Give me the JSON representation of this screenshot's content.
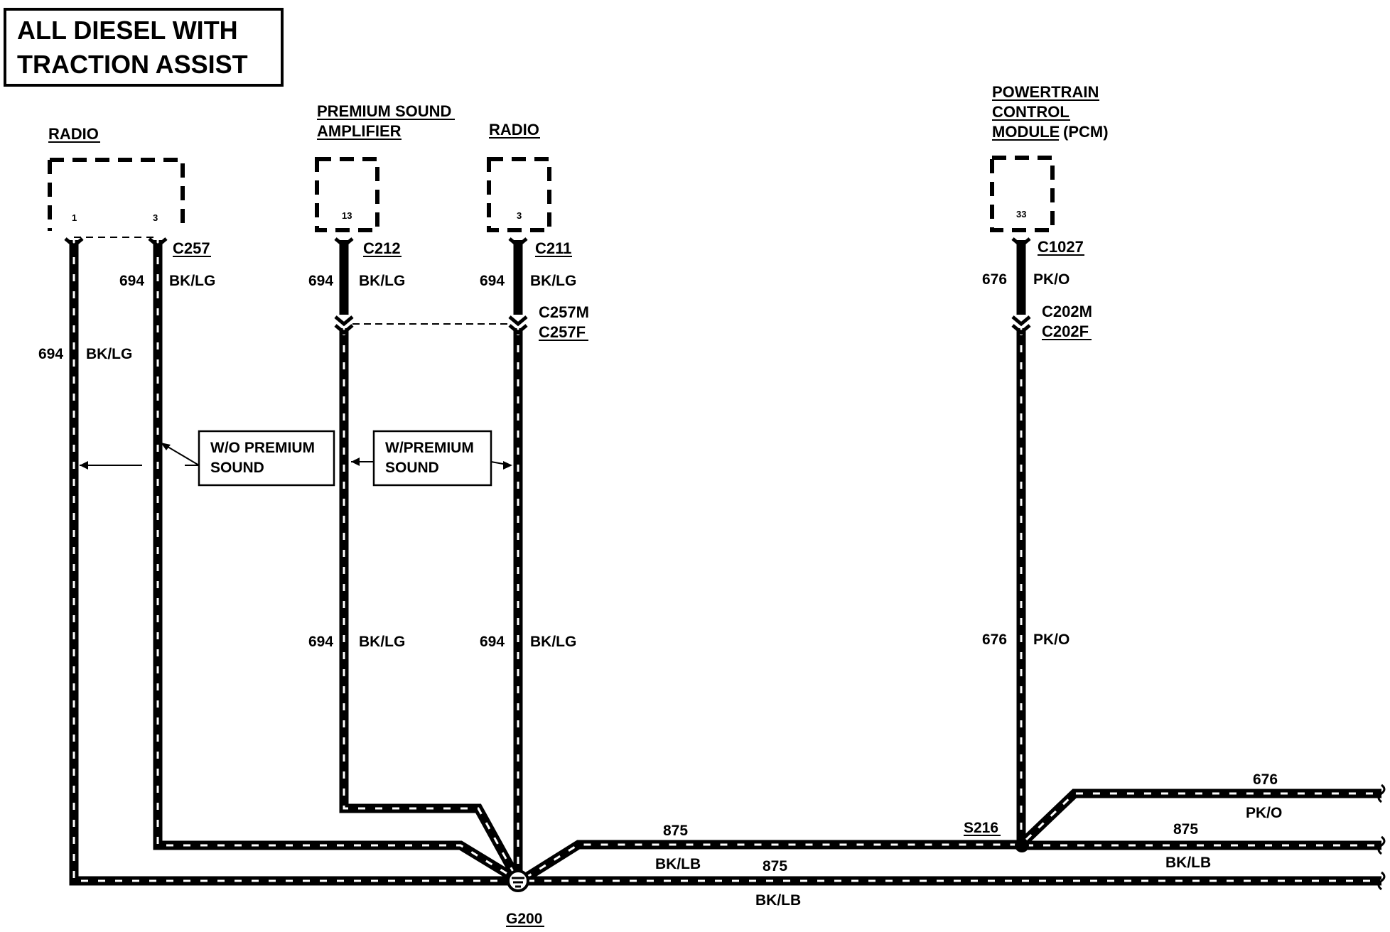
{
  "title": {
    "line1": "ALL DIESEL WITH",
    "line2": "TRACTION ASSIST"
  },
  "components": {
    "radio_left": {
      "name": "RADIO",
      "pins": [
        "1",
        "3"
      ],
      "connector": "C257"
    },
    "amplifier": {
      "name_line1": "PREMIUM SOUND",
      "name_line2": "AMPLIFIER",
      "pin": "13",
      "connector": "C212"
    },
    "radio_right": {
      "name": "RADIO",
      "pin": "3",
      "connector": "C211"
    },
    "pcm": {
      "name_line1": "POWERTRAIN",
      "name_line2": "CONTROL",
      "name_line3": "MODULE",
      "name_suffix": "(PCM)",
      "pin": "33",
      "connector": "C1027"
    }
  },
  "connectors": {
    "inline_male_1": "C257M",
    "inline_female_1": "C257F",
    "inline_male_2": "C202M",
    "inline_female_2": "C202F",
    "splice": "S216",
    "ground": "G200"
  },
  "circuits": {
    "c694": "694",
    "c676": "676",
    "c875": "875",
    "bk_lg": "BK/LG",
    "pk_o": "PK/O",
    "bk_lb": "BK/LB"
  },
  "notes": {
    "without_premium": {
      "line1": "W/O PREMIUM",
      "line2": "SOUND"
    },
    "with_premium": {
      "line1": "W/PREMIUM",
      "line2": "SOUND"
    }
  }
}
